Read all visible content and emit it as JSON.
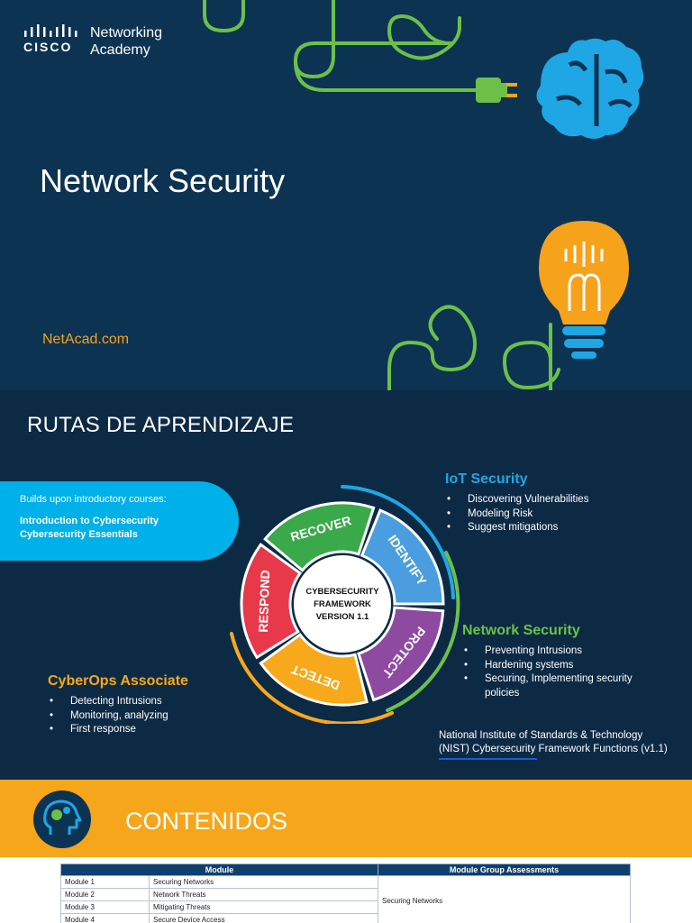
{
  "slide1": {
    "logo_brand": "CISCO",
    "logo_line1": "Networking",
    "logo_line2": "Academy",
    "title": "Network Security",
    "url": "NetAcad.com",
    "colors": {
      "background": "#0d3352",
      "accent_green": "#6cc04a",
      "accent_blue": "#1ea7e4",
      "accent_orange": "#f6a21b"
    },
    "icons": [
      "cisco-logo-icon",
      "plug-icon",
      "brain-icon",
      "lightbulb-icon"
    ]
  },
  "slide2": {
    "heading": "RUTAS DE APRENDIZAJE",
    "pill_intro": "Builds upon introductory courses:",
    "pill_course1": "Introduction to Cybersecurity",
    "pill_course2": "Cybersecurity Essentials",
    "wheel_center": [
      "CYBERSECURITY",
      "FRAMEWORK",
      "VERSION 1.1"
    ],
    "wheel_segments": [
      {
        "label": "IDENTIFY",
        "color": "#4a9ee0"
      },
      {
        "label": "PROTECT",
        "color": "#8e4aa0"
      },
      {
        "label": "DETECT",
        "color": "#f7a81b"
      },
      {
        "label": "RESPOND",
        "color": "#e8394a"
      },
      {
        "label": "RECOVER",
        "color": "#3aa94a"
      }
    ],
    "iot": {
      "title": "IoT Security",
      "color": "#1ea7e4",
      "items": [
        "Discovering Vulnerabilities",
        "Modeling Risk",
        "Suggest mitigations"
      ]
    },
    "netsec": {
      "title": "Network Security",
      "color": "#6cc04a",
      "items": [
        "Preventing Intrusions",
        "Hardening systems",
        "Securing, Implementing security policies"
      ]
    },
    "cyberops": {
      "title": "CyberOps Associate",
      "color": "#f7a81b",
      "items": [
        "Detecting Intrusions",
        "Monitoring, analyzing",
        "First response"
      ]
    },
    "nist_line1": "National Institute of Standards & Technology",
    "nist_line2": "(NIST) Cybersecurity Framework Functions (v1.1)"
  },
  "slide3": {
    "title": "CONTENIDOS",
    "table": {
      "headers": [
        "Module",
        "Module Group Assessments"
      ],
      "rows": [
        [
          "Module 1",
          "Securing Networks"
        ],
        [
          "Module 2",
          "Network Threats"
        ],
        [
          "Module 3",
          "Mitigating Threats"
        ],
        [
          "Module 4",
          "Secure Device Access"
        ]
      ],
      "group_assessment": "Securing Networks"
    }
  }
}
